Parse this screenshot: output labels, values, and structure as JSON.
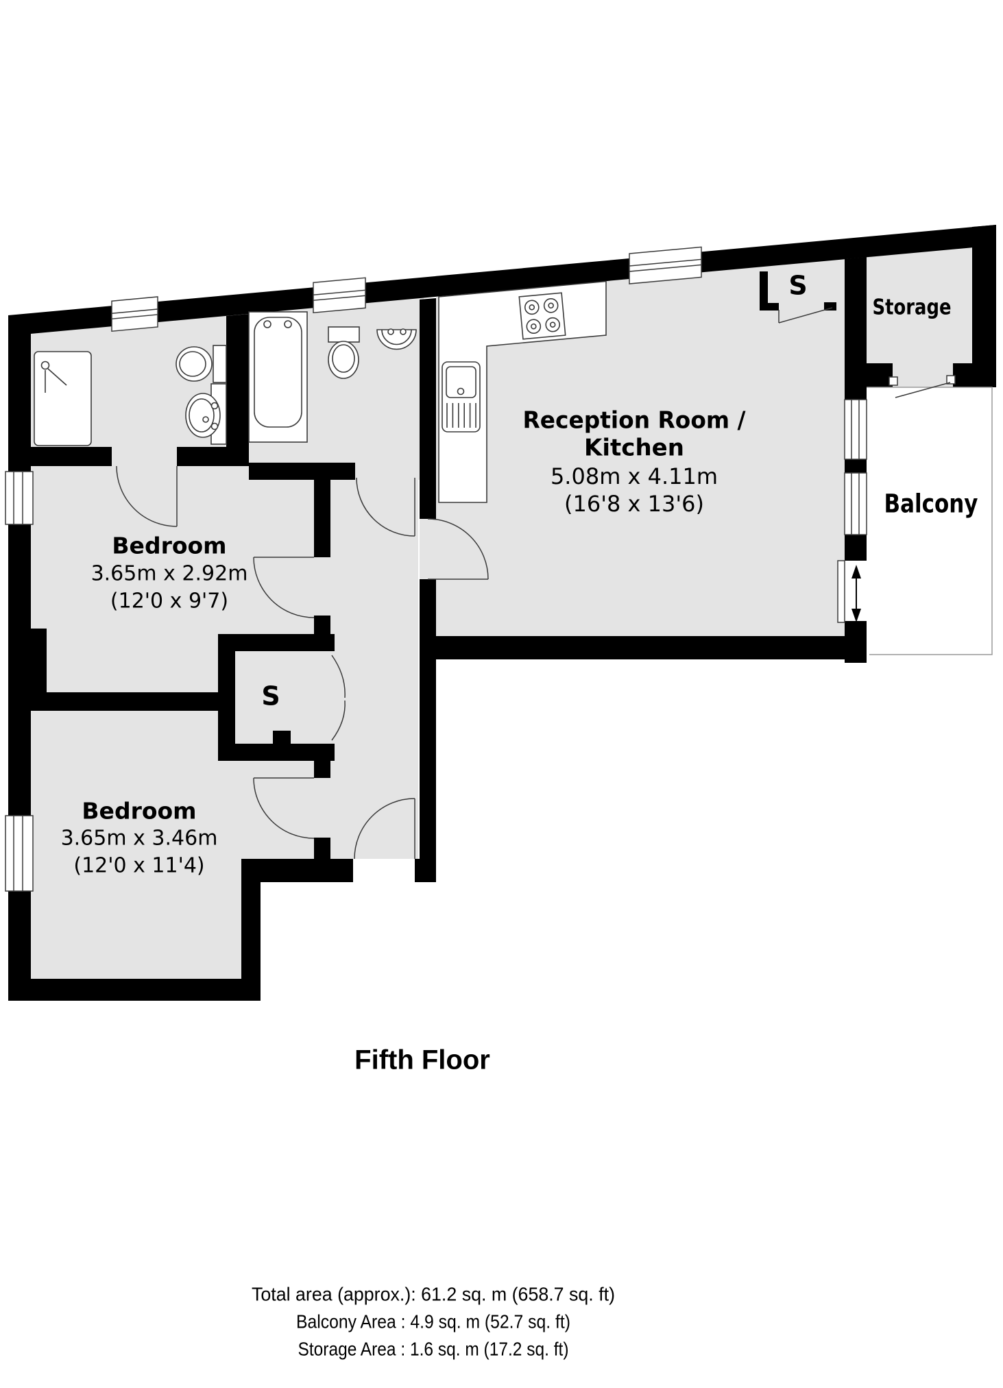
{
  "title": "Fifth Floor",
  "rooms": {
    "reception": {
      "line1": "Reception Room /",
      "line2": "Kitchen",
      "dims_m": "5.08m x 4.11m",
      "dims_ft": "(16'8 x 13'6)"
    },
    "bedroom1": {
      "name": "Bedroom",
      "dims_m": "3.65m x 2.92m",
      "dims_ft": "(12'0 x 9'7)"
    },
    "bedroom2": {
      "name": "Bedroom",
      "dims_m": "3.65m x 3.46m",
      "dims_ft": "(12'0 x 11'4)"
    },
    "storage": {
      "name": "Storage"
    },
    "balcony": {
      "name": "Balcony"
    },
    "cupboard_top": {
      "label": "S"
    },
    "cupboard_mid": {
      "label": "S"
    }
  },
  "footer": {
    "total": "Total area (approx.): 61.2 sq. m (658.7 sq. ft)",
    "balcony": "Balcony Area : 4.9 sq. m (52.7 sq. ft)",
    "storage": "Storage Area : 1.6 sq. m (17.2 sq. ft)"
  },
  "colors": {
    "wall": "#000000",
    "floor": "#e4e4e4",
    "outline": "#3a3a3a"
  }
}
